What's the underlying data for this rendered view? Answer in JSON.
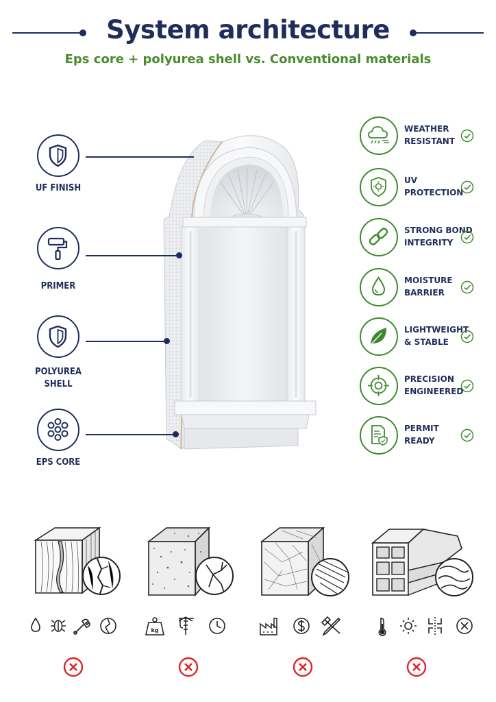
{
  "header": {
    "title": "System architecture",
    "subtitle": "Eps core + polyurea shell vs. Conventional materials"
  },
  "layers": [
    {
      "label": "UF FINISH",
      "icon": "shield-icon"
    },
    {
      "label": "PRIMER",
      "icon": "paint-roller-icon"
    },
    {
      "label": "POLYUREA SHELL",
      "icon": "shield-icon"
    },
    {
      "label": "EPS CORE",
      "icon": "eps-beads-icon"
    }
  ],
  "features": [
    {
      "line1": "WEATHER",
      "line2": "RESISTANT",
      "icon": "cloud-rain-icon"
    },
    {
      "line1": "UV",
      "line2": "PROTECTION",
      "icon": "sun-shield-icon"
    },
    {
      "line1": "STRONG BOND",
      "line2": "INTEGRITY",
      "icon": "chain-link-icon"
    },
    {
      "line1": "MOISTURE",
      "line2": "BARRIER",
      "icon": "water-drop-icon"
    },
    {
      "line1": "LIGHTWEIGHT",
      "line2": "& STABLE",
      "icon": "leaf-icon"
    },
    {
      "line1": "PRECISION",
      "line2": "ENGINEERED",
      "icon": "target-icon"
    },
    {
      "line1": "PERMIT",
      "line2": "READY",
      "icon": "document-shield-icon"
    }
  ],
  "materials": [
    {
      "name": "wood",
      "icons": [
        "water-drop-icon",
        "bug-icon",
        "wrench-icon",
        "crack-icon"
      ]
    },
    {
      "name": "concrete",
      "icons": [
        "weight-icon",
        "crane-icon",
        "clock-icon"
      ]
    },
    {
      "name": "stone",
      "icons": [
        "factory-icon",
        "dollar-icon",
        "tools-icon"
      ]
    },
    {
      "name": "pvc",
      "icons": [
        "thermometer-icon",
        "sun-icon",
        "expansion-icon",
        "close-icon"
      ]
    }
  ],
  "colors": {
    "navy": "#1f2d5a",
    "green": "#3e8a2e",
    "subtitle_green": "#4a8b2c",
    "red": "#d9262a"
  },
  "weight_icon_text": "kg"
}
